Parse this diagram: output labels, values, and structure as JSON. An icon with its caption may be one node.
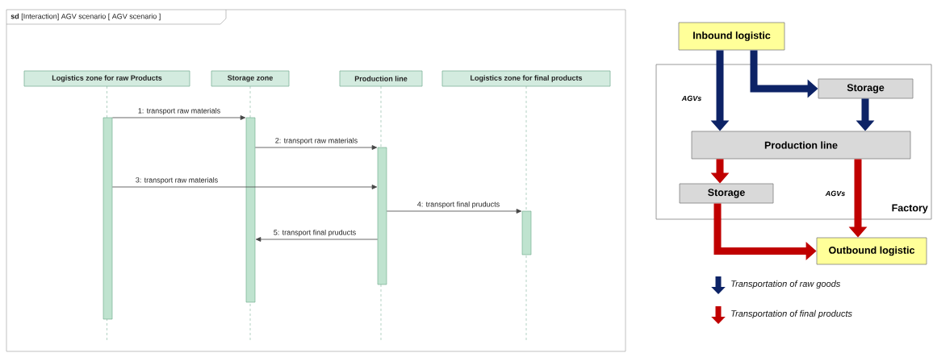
{
  "diagram": {
    "nodes": [
      {
        "text": [
          "**sd** [Interaction] AGV scenario [ AGV scenario ]"
        ]
      },
      {
        "text": [
          "Logistics zone for raw Products"
        ],
        "in": 0
      },
      {
        "text": [
          "Storage zone"
        ],
        "in": 0
      },
      {
        "text": [
          "Production line"
        ],
        "in": 0
      },
      {
        "text": [
          "Logistics zone for final products"
        ],
        "in": 0
      },
      {
        "text": [],
        "shape": "bar",
        "in": 0
      },
      {
        "text": [],
        "shape": "bar",
        "in": 0
      },
      {
        "text": [],
        "shape": "bar",
        "in": 0
      },
      {
        "text": [],
        "shape": "bar",
        "in": 0
      },
      {
        "text": [
          "Inbound logistic"
        ]
      },
      {
        "text": [
          "Factory"
        ]
      },
      {
        "text": [
          "Storage"
        ],
        "in": 10
      },
      {
        "text": [
          "Production line"
        ],
        "in": 10
      },
      {
        "text": [
          "Storage"
        ],
        "in": 10
      },
      {
        "text": [
          "Outbound logistic"
        ]
      }
    ],
    "edges": [
      {
        "from": 5,
        "to": 6,
        "arrow": "to",
        "label": "1: transport raw materials"
      },
      {
        "from": 6,
        "to": 7,
        "arrow": "to",
        "label": "2: transport raw materials"
      },
      {
        "from": 5,
        "to": 7,
        "arrow": "to",
        "label": "3: transport raw materials"
      },
      {
        "from": 7,
        "to": 8,
        "arrow": "to",
        "label": "4: transport final pruducts"
      },
      {
        "from": 7,
        "to": 6,
        "arrow": "to",
        "label": "5: transport final pruducts"
      },
      {
        "from": 9,
        "to": 12,
        "arrow": "to",
        "label": "AGVs",
        "color": "#0d2366"
      },
      {
        "from": 9,
        "to": 11,
        "arrow": "to",
        "color": "#0d2366"
      },
      {
        "from": 11,
        "to": 12,
        "arrow": "to",
        "color": "#0d2366"
      },
      {
        "from": 12,
        "to": 13,
        "arrow": "to",
        "color": "#c00000"
      },
      {
        "from": 12,
        "to": 14,
        "arrow": "to",
        "label": "AGVs",
        "color": "#c00000"
      },
      {
        "from": 13,
        "to": 14,
        "arrow": "to",
        "color": "#c00000"
      }
    ],
    "legend": [
      {
        "text": "Transportation of raw goods",
        "color": "#0d2366"
      },
      {
        "text": "Transportation of final products",
        "color": "#c00000"
      }
    ]
  }
}
